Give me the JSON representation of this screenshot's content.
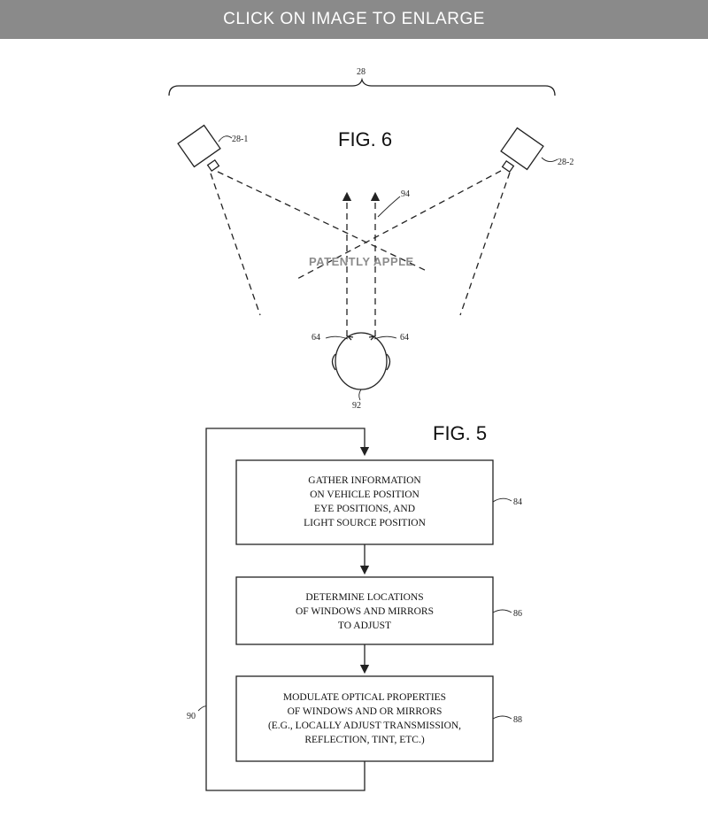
{
  "banner": {
    "label": "CLICK ON IMAGE TO ENLARGE"
  },
  "fig6": {
    "title": "FIG. 6",
    "refs": {
      "camera_group": "28",
      "camera_left": "28-1",
      "camera_right": "28-2",
      "gaze": "94",
      "eye_left": "64",
      "eye_right": "64",
      "head": "92"
    }
  },
  "watermark": "PATENTLY APPLE",
  "fig5": {
    "title": "FIG. 5",
    "loop_ref": "90",
    "boxes": [
      {
        "ref": "84",
        "lines": [
          "GATHER INFORMATION",
          "ON VEHICLE POSITION",
          "EYE POSITIONS, AND",
          "LIGHT SOURCE POSITION"
        ]
      },
      {
        "ref": "86",
        "lines": [
          "DETERMINE LOCATIONS",
          "OF WINDOWS AND MIRRORS",
          "TO ADJUST"
        ]
      },
      {
        "ref": "88",
        "lines": [
          "MODULATE OPTICAL PROPERTIES",
          "OF WINDOWS AND OR MIRRORS",
          "(E.G., LOCALLY ADJUST TRANSMISSION,",
          "REFLECTION, TINT, ETC.)"
        ]
      }
    ]
  }
}
